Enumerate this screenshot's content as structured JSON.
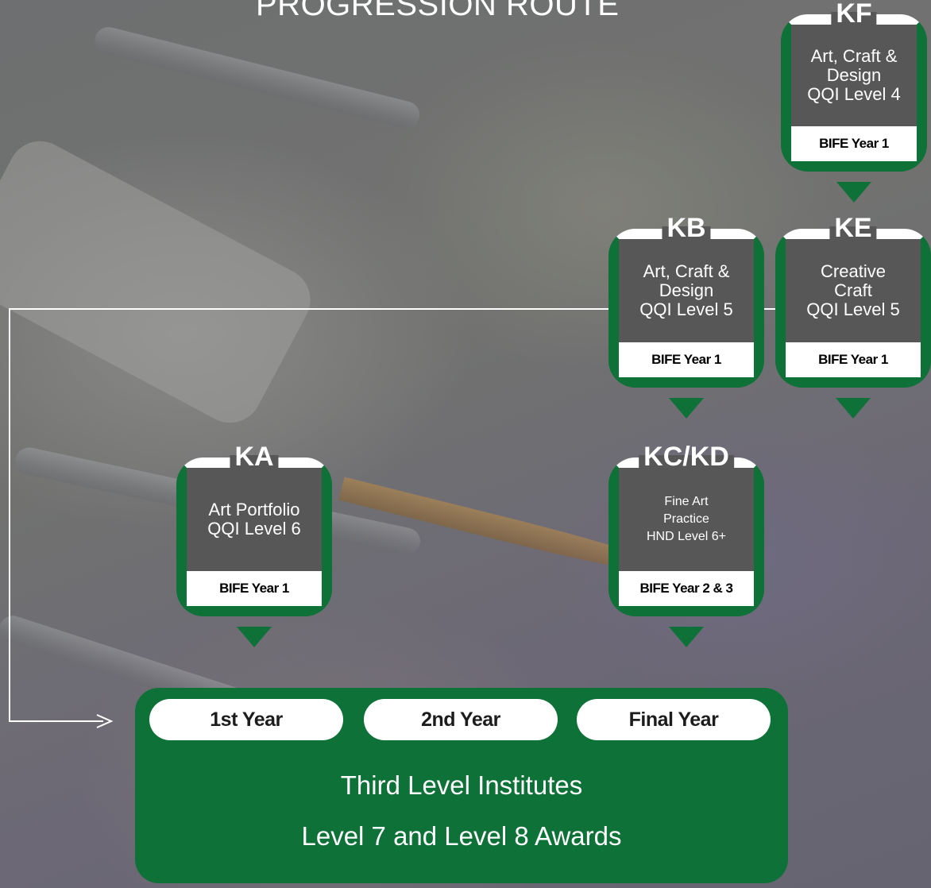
{
  "title": "PROGRESSION ROUTE",
  "colors": {
    "green": "#0e7137",
    "grey": "#575757",
    "white": "#ffffff"
  },
  "courses": {
    "kf": {
      "code": "KF",
      "lines": [
        "Art, Craft &",
        "Design",
        "QQI Level 4"
      ],
      "tag": "BIFE Year 1"
    },
    "kb": {
      "code": "KB",
      "lines": [
        "Art, Craft &",
        "Design",
        "QQI Level 5"
      ],
      "tag": "BIFE Year 1"
    },
    "ke": {
      "code": "KE",
      "lines": [
        "Creative",
        "Craft",
        "QQI Level 5"
      ],
      "tag": "BIFE Year 1"
    },
    "ka": {
      "code": "KA",
      "lines": [
        "Art Portfolio",
        "QQI Level 6"
      ],
      "tag": "BIFE Year 1"
    },
    "kckd": {
      "code": "KC/KD",
      "lines": [
        "Fine Art",
        "Practice",
        "HND Level 6+"
      ],
      "tag": "BIFE Year 2 & 3"
    }
  },
  "awards": {
    "years": [
      "1st Year",
      "2nd Year",
      "Final Year"
    ],
    "line1": "Third Level Institutes",
    "line2": "Level 7 and Level 8 Awards"
  }
}
